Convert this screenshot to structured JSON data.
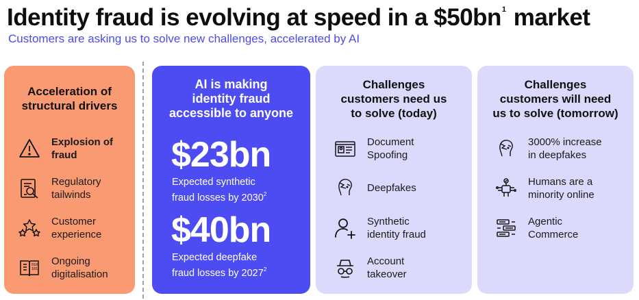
{
  "header": {
    "title": "Identity fraud is evolving at speed in a $50bn",
    "title_footnote": "1",
    "title_suffix": "market",
    "subtitle": "Customers are asking us to solve new challenges, accelerated by AI"
  },
  "drivers": {
    "title_line1": "Acceleration of",
    "title_line2": "structural drivers",
    "items": [
      {
        "icon": "warning-icon",
        "line1": "Explosion of",
        "line2": "fraud"
      },
      {
        "icon": "regulatory-document-icon",
        "line1": "Regulatory",
        "line2": "tailwinds"
      },
      {
        "icon": "stars-rating-icon",
        "line1": "Customer",
        "line2": "experience"
      },
      {
        "icon": "digital-book-icon",
        "line1": "Ongoing",
        "line2": "digitalisation"
      }
    ]
  },
  "ai_card": {
    "title_line1": "AI is making",
    "title_line2": "identity fraud",
    "title_line3": "accessible to anyone",
    "stats": [
      {
        "value": "$23bn",
        "line1": "Expected synthetic",
        "line2": "fraud losses by 2030",
        "footnote": "2"
      },
      {
        "value": "$40bn",
        "line1": "Expected deepfake",
        "line2": "fraud losses by 2027",
        "footnote": "2"
      }
    ]
  },
  "today": {
    "title_line1": "Challenges",
    "title_line2": "customers need us",
    "title_line3": "to solve (today)",
    "items": [
      {
        "icon": "id-card-icon",
        "line1": "Document",
        "line2": "Spoofing"
      },
      {
        "icon": "deepfake-face-icon",
        "line1": "Deepfakes",
        "line2": ""
      },
      {
        "icon": "add-person-icon",
        "line1": "Synthetic",
        "line2": "identity fraud"
      },
      {
        "icon": "spy-icon",
        "line1": "Account",
        "line2": "takeover"
      }
    ]
  },
  "tomorrow": {
    "title_line1": "Challenges",
    "title_line2": "customers will need",
    "title_line3": "us to solve (tomorrow)",
    "items": [
      {
        "icon": "deepfake-face-icon",
        "line1": "3000% increase",
        "line2": "in deepfakes"
      },
      {
        "icon": "ai-network-icon",
        "line1": "Humans are a",
        "line2": "minority online"
      },
      {
        "icon": "agentic-list-icon",
        "line1": "Agentic",
        "line2": "Commerce"
      }
    ]
  },
  "colors": {
    "orange": "#f99a73",
    "blue": "#4c4cf2",
    "lavender": "#dcdafc",
    "accent_text": "#4b4ce6"
  }
}
